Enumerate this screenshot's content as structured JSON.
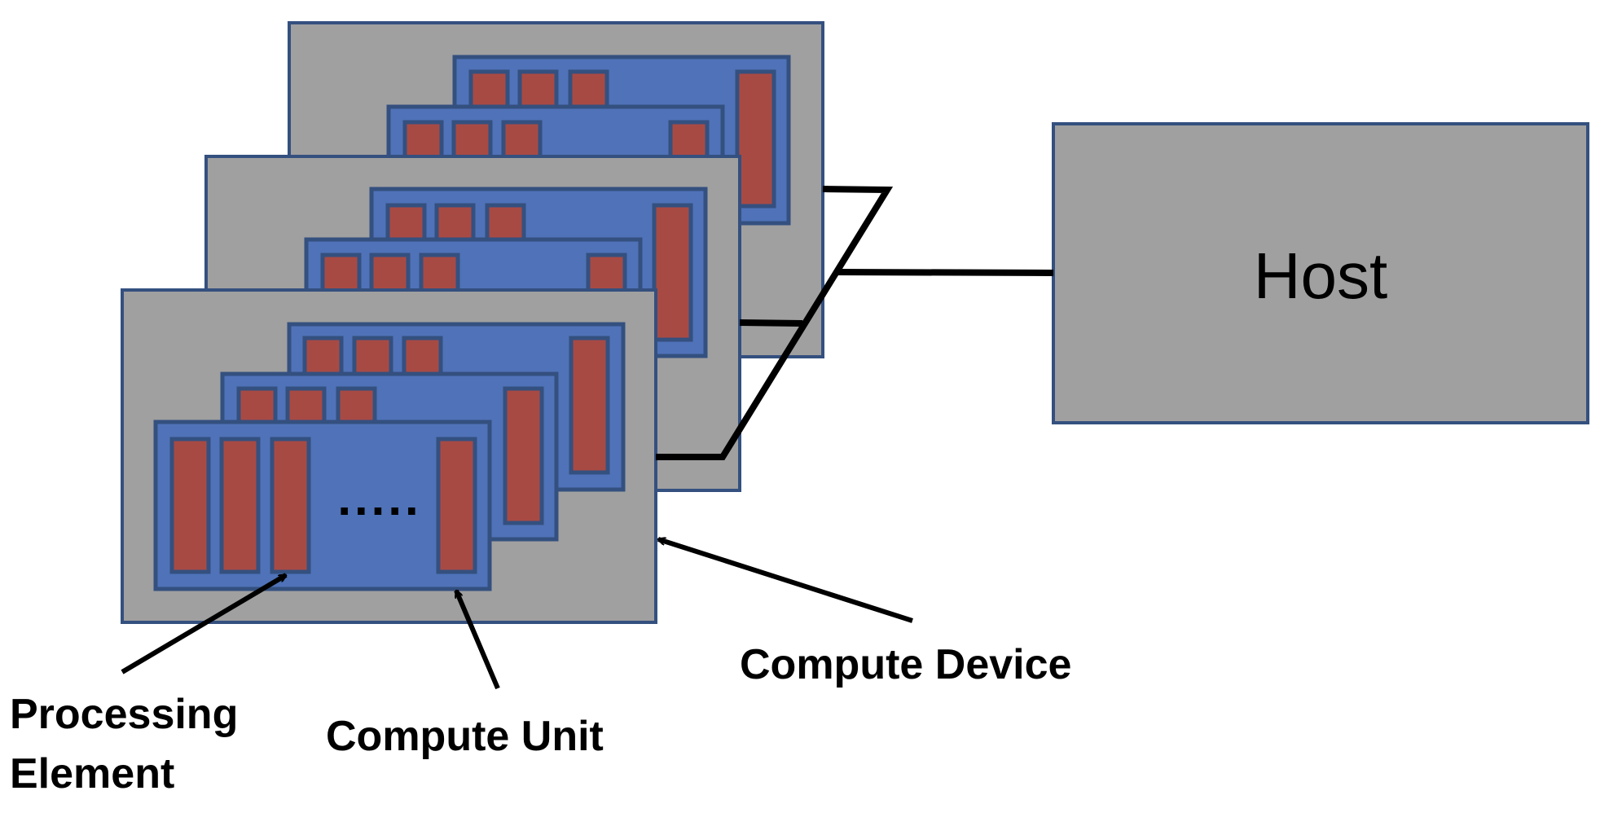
{
  "labels": {
    "host": "Host",
    "compute_device": "Compute Device",
    "compute_unit": "Compute Unit",
    "processing_element_line1": "Processing",
    "processing_element_line2": "Element",
    "ellipsis": "....."
  },
  "colors": {
    "device_fill": "#a0a0a0",
    "unit_fill": "#4f72b8",
    "element_fill": "#a84a44",
    "border": "#34507f",
    "wire": "#000000"
  }
}
